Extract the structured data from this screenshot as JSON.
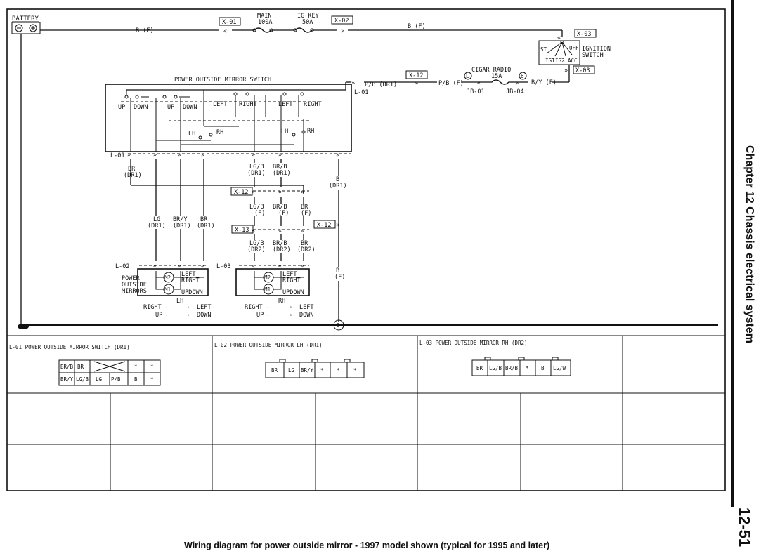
{
  "labels": {
    "battery": "BATTERY",
    "main_fuse": "MAIN",
    "main_fuse_rating": "100A",
    "igkey_fuse": "IG KEY",
    "igkey_fuse_rating": "50A",
    "x01": "X-01",
    "x02": "X-02",
    "x03_top": "X-03",
    "x03_bot": "X-03",
    "x12_a": "X-12",
    "x12_b": "X-12",
    "x12_c": "X-12",
    "x13": "X-13",
    "wire_be": "B (E)",
    "wire_bf": "B (F)",
    "ign_switch_1": "IGNITION",
    "ign_switch_2": "SWITCH",
    "ign_st": "ST",
    "ign_off": "OFF",
    "ign_ig1": "IG1",
    "ign_ig2": "IG2",
    "ign_acc": "ACC",
    "wire_by_f": "B/Y (F)",
    "cigar_radio": "CIGAR RADIO",
    "fuse_15a": "15A",
    "circle_l": "L",
    "circle_6": "6",
    "jb01": "JB-01",
    "jb04": "JB-04",
    "wire_pb_f": "P/B (F)",
    "wire_pb_dr1": "P/B (DR1)",
    "l01_side": "L-01",
    "switch_title": "POWER OUTSIDE MIRROR SWITCH",
    "sw_up": "UP",
    "sw_down": "DOWN",
    "sw_up2": "UP",
    "sw_down2": "DOWN",
    "sw_left": "LEFT",
    "sw_right": "RIGHT",
    "sw_left2": "LEFT",
    "sw_right2": "RIGHT",
    "sw_lh": "LH",
    "sw_rh": "RH",
    "sw_lh2": "LH",
    "sw_rh2": "RH",
    "l01": "L-01",
    "br_dr1": "BR",
    "br_dr1_sub": "(DR1)",
    "lgb_dr1": "LG/B",
    "lgb_dr1_sub": "(DR1)",
    "brb_dr1": "BR/B",
    "brb_dr1_sub": "(DR1)",
    "b_dr1": "B",
    "b_dr1_sub": "(DR1)",
    "lgb_f": "LG/B",
    "lgb_f_sub": "(F)",
    "brb_f": "BR/B",
    "brb_f_sub": "(F)",
    "br_f": "BR",
    "br_f_sub": "(F)",
    "lgb_dr2": "LG/B",
    "lgb_dr2_sub": "(DR2)",
    "brb_dr2": "BR/B",
    "brb_dr2_sub": "(DR2)",
    "br_dr2": "BR",
    "br_dr2_sub": "(DR2)",
    "lg_dr1": "LG",
    "lg_dr1_sub": "(DR1)",
    "bry_dr1": "BR/Y",
    "bry_dr1_sub": "(DR1)",
    "br2_dr1": "BR",
    "br2_dr1_sub": "(DR1)",
    "b_f": "B",
    "b_f_sub": "(F)",
    "l02": "L-02",
    "l03": "L-03",
    "mirrors_1": "POWER",
    "mirrors_2": "OUTSIDE",
    "mirrors_3": "MIRRORS",
    "m_left": "LEFT",
    "m_right": "RIGHT",
    "m_updown": "UPDOWN",
    "m_left2": "LEFT",
    "m_right2": "RIGHT",
    "m_updown2": "UPDOWN",
    "m1": "M1",
    "m2": "M2",
    "m1b": "M1",
    "m2b": "M2",
    "lh_legend": "LH",
    "rh_legend": "RH",
    "leg_right": "RIGHT",
    "leg_left": "LEFT",
    "leg_up": "UP",
    "leg_down": "DOWN",
    "leg_right2": "RIGHT",
    "leg_left2": "LEFT",
    "leg_up2": "UP",
    "leg_down2": "DOWN",
    "ground_s": "S"
  },
  "connectors": {
    "l01_title": "L-01 POWER OUTSIDE MIRROR SWITCH (DR1)",
    "l02_title": "L-02 POWER OUTSIDE MIRROR LH (DR1)",
    "l03_title": "L-03 POWER OUTSIDE MIRROR RH (DR2)",
    "l01_top": [
      "BR/B",
      "BR",
      "",
      "*",
      "*"
    ],
    "l01_bot": [
      "BR/Y",
      "LG/B",
      "LG",
      "P/B",
      "B",
      "*"
    ],
    "l02_pins": [
      "BR",
      "LG",
      "BR/Y",
      "*",
      "*",
      "*"
    ],
    "l03_pins": [
      "BR",
      "LG/B",
      "BR/B",
      "*",
      "B",
      "LG/W"
    ]
  },
  "caption": "Wiring diagram for power outside mirror - 1997 model shown (typical for 1995 and later)",
  "side_title": "Chapter 12  Chassis electrical system",
  "page_number": "12-51"
}
